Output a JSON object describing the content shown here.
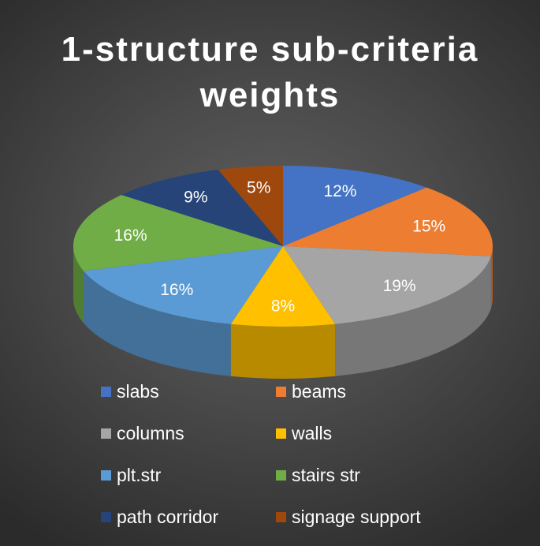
{
  "chart_data": {
    "type": "pie",
    "title": "1-structure sub-criteria weights",
    "categories": [
      "slabs",
      "beams",
      "columns",
      "walls",
      "plt.str",
      "stairs str",
      "path corridor",
      "signage support"
    ],
    "values": [
      12,
      15,
      19,
      8,
      16,
      16,
      9,
      5
    ],
    "labels": [
      "12%",
      "15%",
      "19%",
      "8%",
      "16%",
      "16%",
      "9%",
      "5%"
    ],
    "colors": [
      "#4472C4",
      "#ED7D31",
      "#A5A5A5",
      "#FFC000",
      "#5B9BD5",
      "#70AD47",
      "#264478",
      "#9E480E"
    ],
    "legend_position": "bottom",
    "style": "3d"
  }
}
